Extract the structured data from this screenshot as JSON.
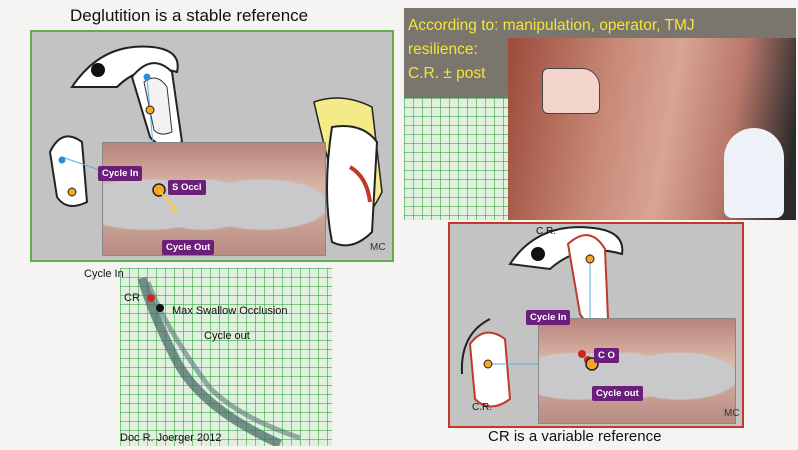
{
  "top_left_title": "Deglutition is a stable reference",
  "bottom_right_title": "CR is a variable reference",
  "photo_caption": {
    "line1": "According to: manipulation, operator, TMJ",
    "line2": "resilience:",
    "line3": "C.R. ± post"
  },
  "left_diagram": {
    "cycle_in": "Cycle In",
    "s_occl": "S Occl",
    "cycle_out": "Cycle Out",
    "signature": "MC"
  },
  "tracing": {
    "cycle_in": "Cycle In",
    "cr": "CR",
    "max_swallow": "Max Swallow Occlusion",
    "cycle_out": "Cycle out",
    "credit": "Doc R. Joerger 2012"
  },
  "right_diagram": {
    "cr_top": "C.R.",
    "cr_left": "C.R.",
    "cycle_in": "Cycle In",
    "co": "C O",
    "cycle_out": "Cycle out",
    "signature": "MC"
  },
  "colors": {
    "tag_bg": "#6b1f7a",
    "caption_text": "#f2e636",
    "left_frame": "#5fae4a",
    "right_frame": "#c0392b",
    "marker": "#f5a623"
  }
}
